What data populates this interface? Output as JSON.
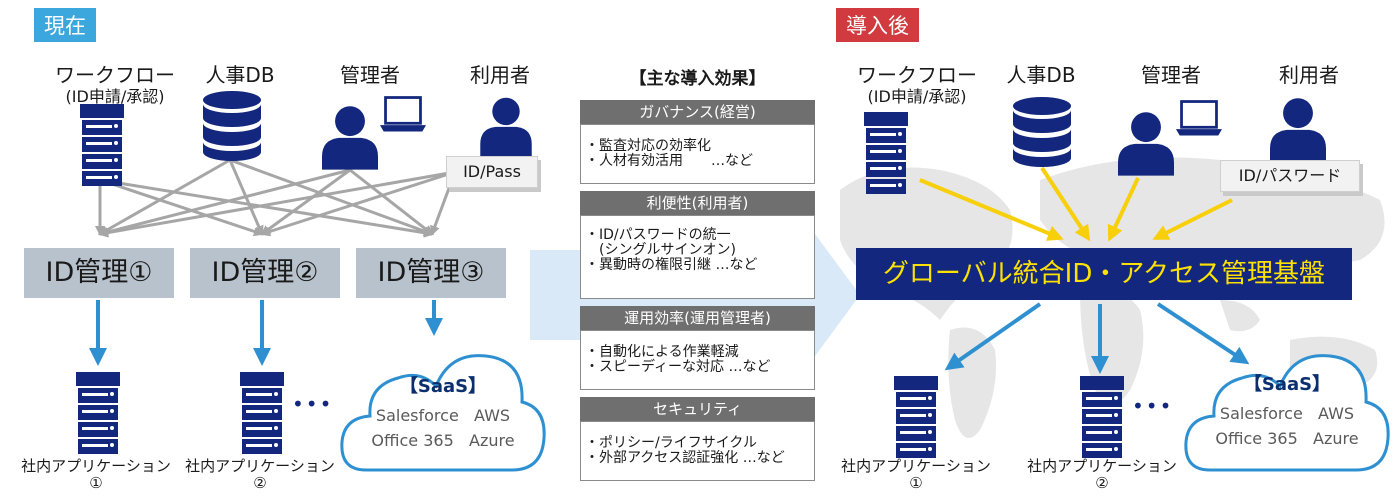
{
  "colors": {
    "current_tag": "#3ba7dd",
    "after_tag": "#d13a3f",
    "icon_navy": "#12277d",
    "arrow_blue": "#2e90d1",
    "arrow_gray": "#a6a6a6",
    "arrow_yellow": "#f7cf0a",
    "platform_text": "#ffe100",
    "id_box": "#b7c2cc"
  },
  "current": {
    "tag": "現在",
    "actors": {
      "workflow_line1": "ワークフロー",
      "workflow_line2": "(ID申請/承認)",
      "hr_db": "人事DB",
      "admin": "管理者",
      "user": "利用者"
    },
    "credential_badge": "ID/Pass",
    "id_boxes": [
      "ID管理①",
      "ID管理②",
      "ID管理③"
    ],
    "apps": [
      {
        "line1": "社内アプリケーション",
        "line2": "①"
      },
      {
        "line1": "社内アプリケーション",
        "line2": "②"
      }
    ],
    "ellipsis": "•••",
    "saas": {
      "title": "【SaaS】",
      "line1": "Salesforce   AWS",
      "line2": "Office 365   Azure"
    }
  },
  "effects": {
    "title": "【主な導入効果】",
    "sections": [
      {
        "heading": "ガバナンス(経営)",
        "lines": [
          "・監査対応の効率化",
          "・人材有効活用　　…など"
        ]
      },
      {
        "heading": "利便性(利用者)",
        "lines": [
          "・ID/パスワードの統一",
          "　(シングルサインオン)",
          "・異動時の権限引継 …など"
        ]
      },
      {
        "heading": "運用効率(運用管理者)",
        "lines": [
          "・自動化による作業軽減",
          "・スピーディーな対応 …など"
        ]
      },
      {
        "heading": "セキュリティ",
        "lines": [
          "・ポリシー/ライフサイクル",
          "・外部アクセス認証強化 …など"
        ]
      }
    ]
  },
  "after": {
    "tag": "導入後",
    "actors": {
      "workflow_line1": "ワークフロー",
      "workflow_line2": "(ID申請/承認)",
      "hr_db": "人事DB",
      "admin": "管理者",
      "user": "利用者"
    },
    "credential_badge": "ID/パスワード",
    "platform": "グローバル統合ID・アクセス管理基盤",
    "apps": [
      {
        "line1": "社内アプリケーション",
        "line2": "①"
      },
      {
        "line1": "社内アプリケーション",
        "line2": "②"
      }
    ],
    "ellipsis": "•••",
    "saas": {
      "title": "【SaaS】",
      "line1": "Salesforce   AWS",
      "line2": "Office 365   Azure"
    }
  }
}
